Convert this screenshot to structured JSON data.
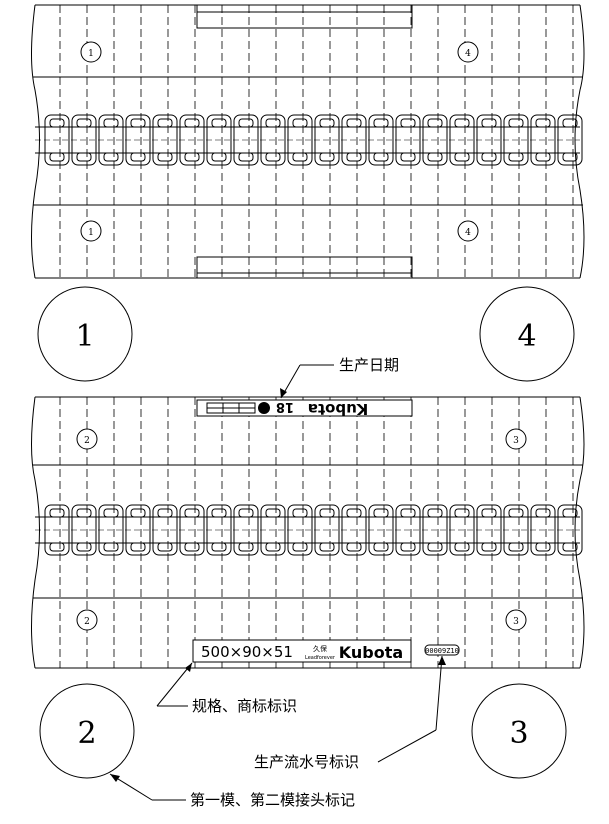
{
  "mold_top": {
    "small_markers": [
      "1",
      "4",
      "1",
      "4"
    ],
    "big_circles": [
      "1",
      "4"
    ]
  },
  "mold_bottom": {
    "small_markers": [
      "2",
      "3",
      "2",
      "3"
    ],
    "big_circles": [
      "2",
      "3"
    ],
    "date_plate": {
      "text": "18",
      "brand": "Kubota"
    },
    "spec_plate": {
      "spec": "500×90×51",
      "brand": "Kubota",
      "brand_cn": "久保",
      "sub": "Leadforever"
    },
    "serial_plate": {
      "text": "00009Z10"
    }
  },
  "callouts": {
    "production_date": "生产日期",
    "spec_trademark": "规格、商标标识",
    "serial_number": "生产流水号标识",
    "mold_joint": "第一模、第二模接头标记"
  }
}
